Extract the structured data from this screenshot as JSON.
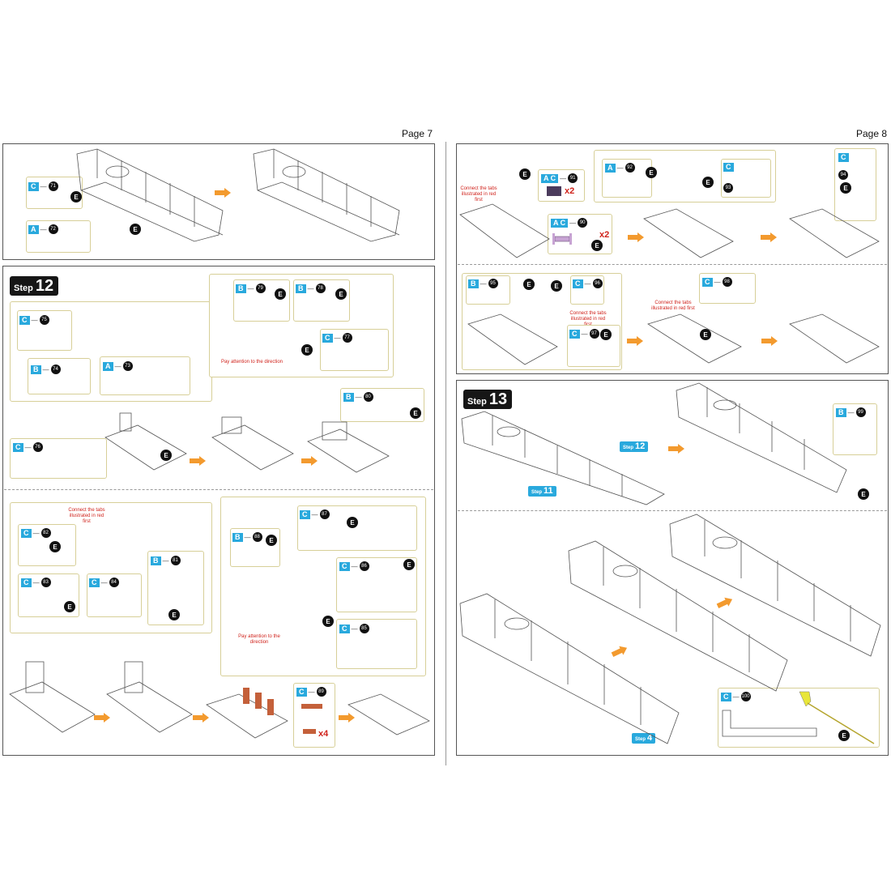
{
  "pages": {
    "left_label": "Page 7",
    "right_label": "Page 8"
  },
  "colors": {
    "sheet_blue": "#29a9dd",
    "arrow_orange": "#f39a2e",
    "note_red": "#d0231c",
    "part_copper": "#c4603a",
    "box_border": "#d7cf98"
  },
  "left": {
    "top": {
      "parts": [
        {
          "sheet": "C",
          "num": "71"
        },
        {
          "sheet": "A",
          "num": "72"
        }
      ],
      "e": "E"
    },
    "step12": {
      "word": "Step",
      "num": "12",
      "upper": {
        "parts": [
          {
            "sheet": "C",
            "num": "75"
          },
          {
            "sheet": "B",
            "num": "74"
          },
          {
            "sheet": "A",
            "num": "73"
          },
          {
            "sheet": "B",
            "num": "79"
          },
          {
            "sheet": "B",
            "num": "78"
          },
          {
            "sheet": "C",
            "num": "77"
          },
          {
            "sheet": "C",
            "num": "76"
          },
          {
            "sheet": "B",
            "num": "80"
          }
        ],
        "note": "Pay attention to the direction"
      },
      "lower": {
        "parts": [
          {
            "sheet": "C",
            "num": "82"
          },
          {
            "sheet": "B",
            "num": "81"
          },
          {
            "sheet": "C",
            "num": "83"
          },
          {
            "sheet": "C",
            "num": "84"
          },
          {
            "sheet": "B",
            "num": "88"
          },
          {
            "sheet": "C",
            "num": "87"
          },
          {
            "sheet": "C",
            "num": "86"
          },
          {
            "sheet": "C",
            "num": "85"
          },
          {
            "sheet": "C",
            "num": "89"
          }
        ],
        "note_tabs": "Connect the tabs illustrated in red first",
        "note_dir": "Pay attention to the direction",
        "qty": "x4"
      }
    }
  },
  "right": {
    "top": {
      "parts": [
        {
          "sheet": "A C",
          "num": "91"
        },
        {
          "sheet": "A",
          "num": "92"
        },
        {
          "sheet": "C",
          "num": "93"
        },
        {
          "sheet": "C",
          "num": "94"
        },
        {
          "sheet": "A C",
          "num": "90"
        }
      ],
      "note_tabs": "Connect the tabs illustrated in red first",
      "qty91": "x2",
      "qty90": "x2"
    },
    "mid": {
      "parts": [
        {
          "sheet": "B",
          "num": "95"
        },
        {
          "sheet": "C",
          "num": "96"
        },
        {
          "sheet": "C",
          "num": "97"
        },
        {
          "sheet": "C",
          "num": "98"
        }
      ],
      "note_tabs1": "Connect the tabs illustrated in red first",
      "note_tabs2": "Connect the tabs illustrated in red first"
    },
    "step13": {
      "word": "Step",
      "num": "13",
      "refs": [
        {
          "word": "Step",
          "num": "12"
        },
        {
          "word": "Step",
          "num": "11"
        },
        {
          "word": "Step",
          "num": "4"
        }
      ],
      "parts": [
        {
          "sheet": "B",
          "num": "99"
        },
        {
          "sheet": "C",
          "num": "100"
        }
      ]
    }
  }
}
